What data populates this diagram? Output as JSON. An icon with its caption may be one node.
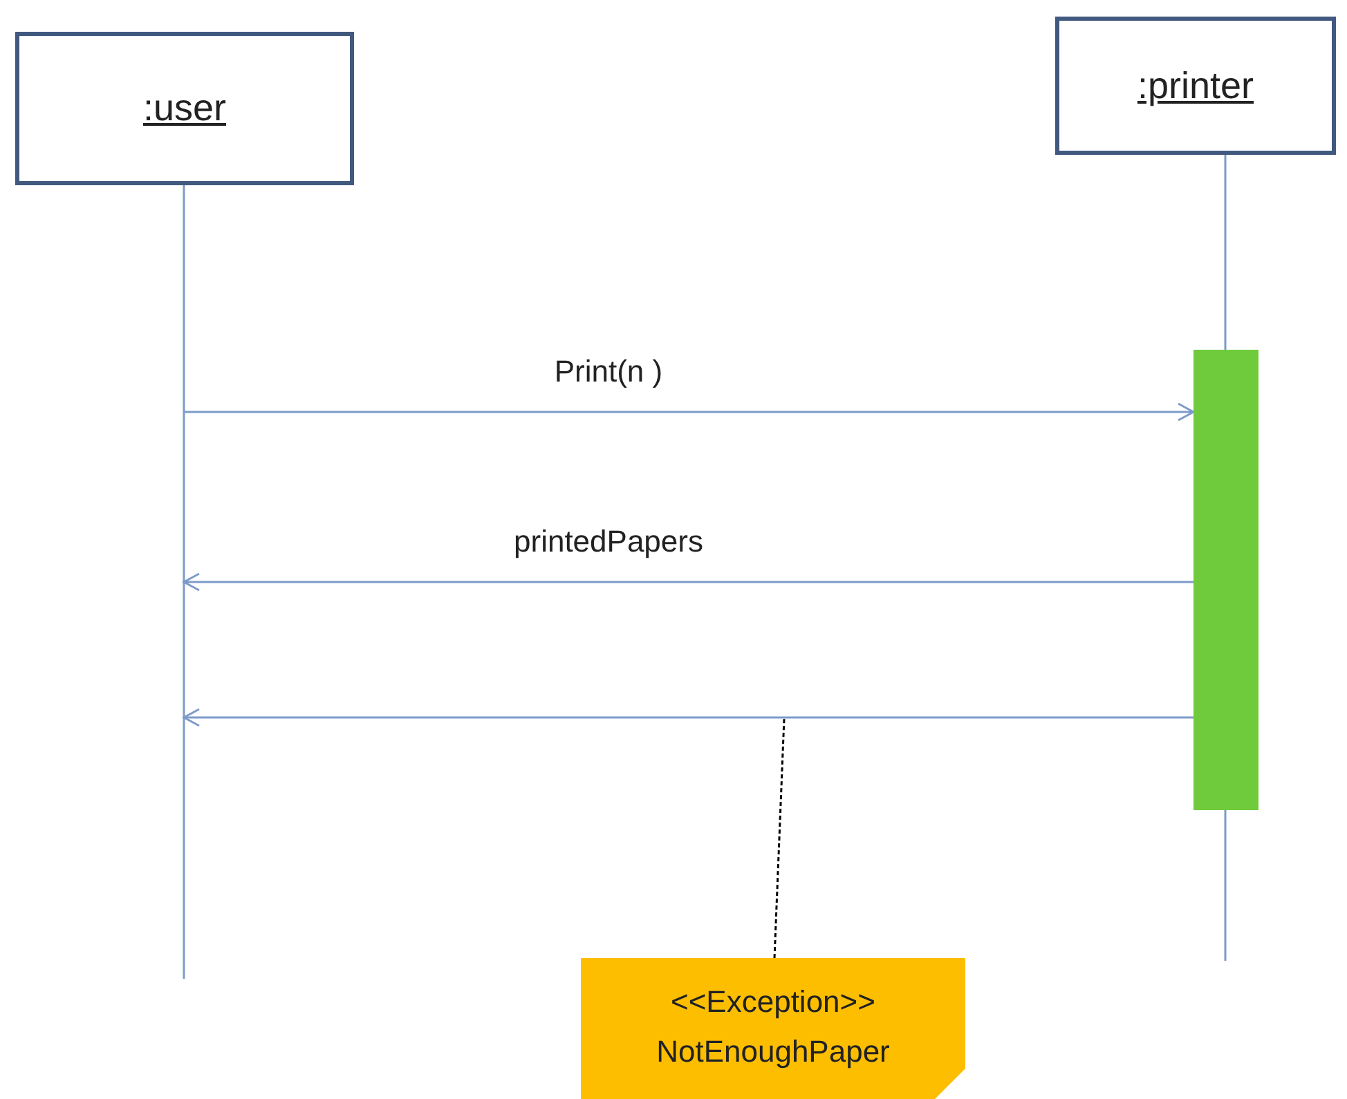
{
  "diagram": {
    "nodes": [
      {
        "text": [
          ":user"
        ]
      },
      {
        "text": [
          ":printer"
        ]
      },
      {
        "text": [],
        "shape": "bar",
        "in": 1
      },
      {
        "text": [
          "<<Exception>>",
          "NotEnoughPaper"
        ]
      }
    ],
    "edges": [
      {
        "from": 0,
        "to": 2,
        "arrow": "to",
        "label": "Print(n )"
      },
      {
        "from": 2,
        "to": 0,
        "arrow": "to",
        "label": "printedPapers"
      },
      {
        "from": 2,
        "to": 0,
        "arrow": "to"
      },
      {
        "from": 3,
        "to": null,
        "arrow": "none",
        "style": "dashed",
        "color": "#000000"
      }
    ]
  }
}
